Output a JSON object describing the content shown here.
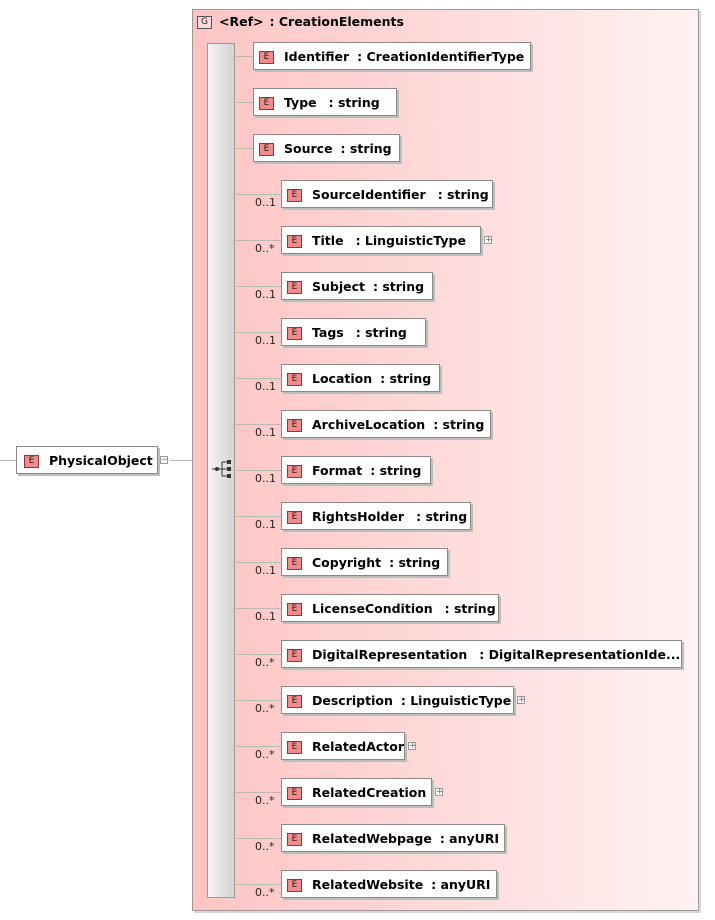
{
  "root": {
    "badge": "E",
    "name": "PhysicalObject"
  },
  "group": {
    "badge": "G",
    "name": "<Ref>",
    "type": ": CreationElements"
  },
  "elements": [
    {
      "badge": "E",
      "name": "Identifier",
      "type": ": CreationIdentifierType",
      "card": ""
    },
    {
      "badge": "E",
      "name": "Type",
      "type": ": string",
      "card": ""
    },
    {
      "badge": "E",
      "name": "Source",
      "type": ": string",
      "card": ""
    },
    {
      "badge": "E",
      "name": "SourceIdentifier",
      "type": ": string",
      "card": "0..1"
    },
    {
      "badge": "E",
      "name": "Title",
      "type": ": LinguisticType",
      "card": "0..*",
      "expandable": true
    },
    {
      "badge": "E",
      "name": "Subject",
      "type": ": string",
      "card": "0..1"
    },
    {
      "badge": "E",
      "name": "Tags",
      "type": ": string",
      "card": "0..1"
    },
    {
      "badge": "E",
      "name": "Location",
      "type": ": string",
      "card": "0..1"
    },
    {
      "badge": "E",
      "name": "ArchiveLocation",
      "type": ": string",
      "card": "0..1"
    },
    {
      "badge": "E",
      "name": "Format",
      "type": ": string",
      "card": "0..1"
    },
    {
      "badge": "E",
      "name": "RightsHolder",
      "type": ": string",
      "card": "0..1"
    },
    {
      "badge": "E",
      "name": "Copyright",
      "type": ": string",
      "card": "0..1"
    },
    {
      "badge": "E",
      "name": "LicenseCondition",
      "type": ": string",
      "card": "0..1"
    },
    {
      "badge": "E",
      "name": "DigitalRepresentation",
      "type": ": DigitalRepresentationIde...",
      "card": "0..*"
    },
    {
      "badge": "E",
      "name": "Description",
      "type": ": LinguisticType",
      "card": "0..*",
      "expandable": true
    },
    {
      "badge": "E",
      "name": "RelatedActor",
      "type": "",
      "card": "0..*",
      "expandable": true
    },
    {
      "badge": "E",
      "name": "RelatedCreation",
      "type": "",
      "card": "0..*",
      "expandable": true
    },
    {
      "badge": "E",
      "name": "RelatedWebpage",
      "type": ": anyURI",
      "card": "0..*"
    },
    {
      "badge": "E",
      "name": "RelatedWebsite",
      "type": ": anyURI",
      "card": "0..*"
    }
  ]
}
